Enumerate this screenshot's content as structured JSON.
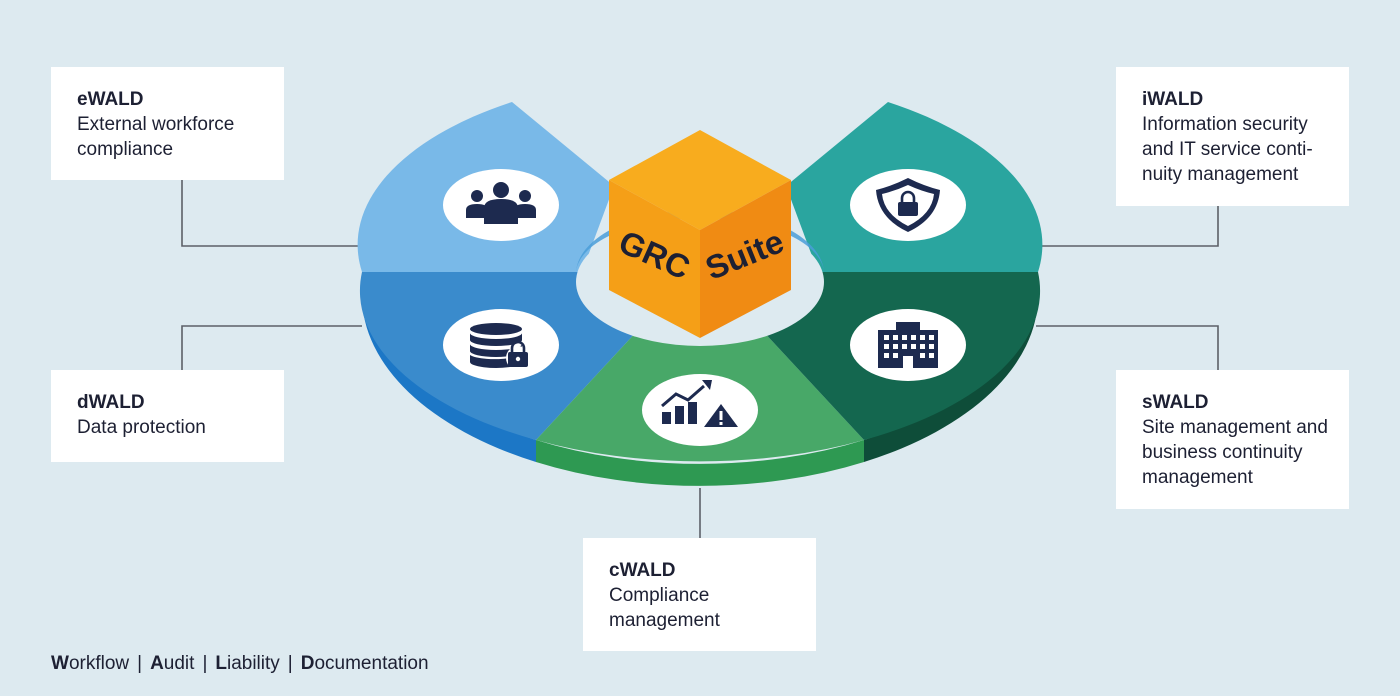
{
  "modules": [
    {
      "id": "ewald",
      "title": "eWALD",
      "desc": "External workforce\ncompliance",
      "color": "#79b9e8",
      "icon": "people-group-icon"
    },
    {
      "id": "iwald",
      "title": "iWALD",
      "desc": "Information security\nand IT service conti-\nnuity management",
      "color": "#2aa59f",
      "icon": "shield-lock-icon"
    },
    {
      "id": "dwald",
      "title": "dWALD",
      "desc": "Data protection",
      "color": "#3a8bcc",
      "icon": "database-lock-icon"
    },
    {
      "id": "swald",
      "title": "sWALD",
      "desc": "Site management and\nbusiness continuity\nmanagement",
      "color": "#14674f",
      "icon": "office-building-icon"
    },
    {
      "id": "cwald",
      "title": "cWALD",
      "desc": "Compliance\nmanagement",
      "color": "#48a868",
      "icon": "chart-warning-icon"
    }
  ],
  "center": {
    "word1": "GRC",
    "word2": "Suite",
    "color": "#f7a21d"
  },
  "footer": {
    "items": [
      {
        "initial": "W",
        "rest": "orkflow"
      },
      {
        "initial": "A",
        "rest": "udit"
      },
      {
        "initial": "L",
        "rest": "iability"
      },
      {
        "initial": "D",
        "rest": "ocumentation"
      }
    ],
    "separator": "|"
  }
}
